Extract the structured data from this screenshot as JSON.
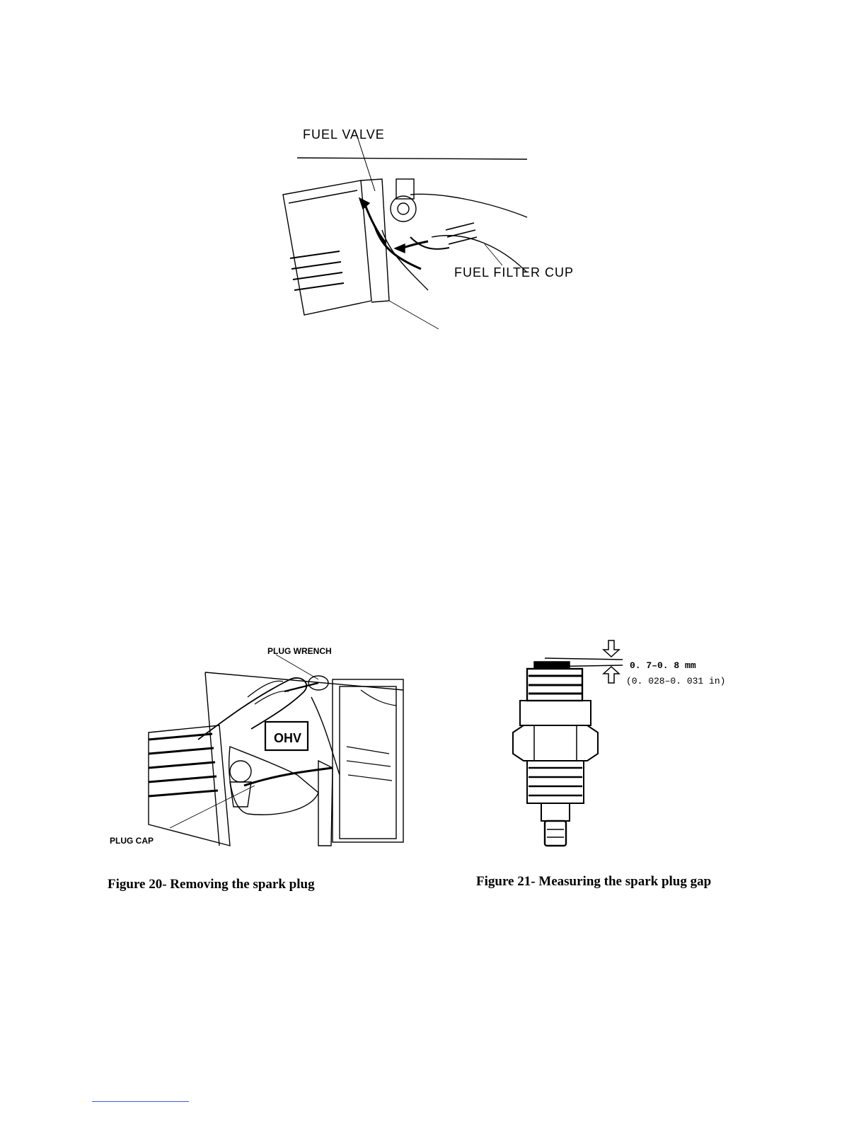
{
  "figure_fuel": {
    "label_fuel_valve": "FUEL VALVE",
    "label_fuel_filter_cup": "FUEL FILTER CUP"
  },
  "figure_20": {
    "label_plug_wrench": "PLUG WRENCH",
    "label_plug_cap": "PLUG CAP",
    "engine_badge": "OHV",
    "caption": "Figure 20- Removing the spark plug"
  },
  "figure_21": {
    "gap_mm": "0. 7–0. 8 mm",
    "gap_in": "(0. 028–0. 031  in)",
    "caption": "Figure 21- Measuring the spark plug gap"
  }
}
